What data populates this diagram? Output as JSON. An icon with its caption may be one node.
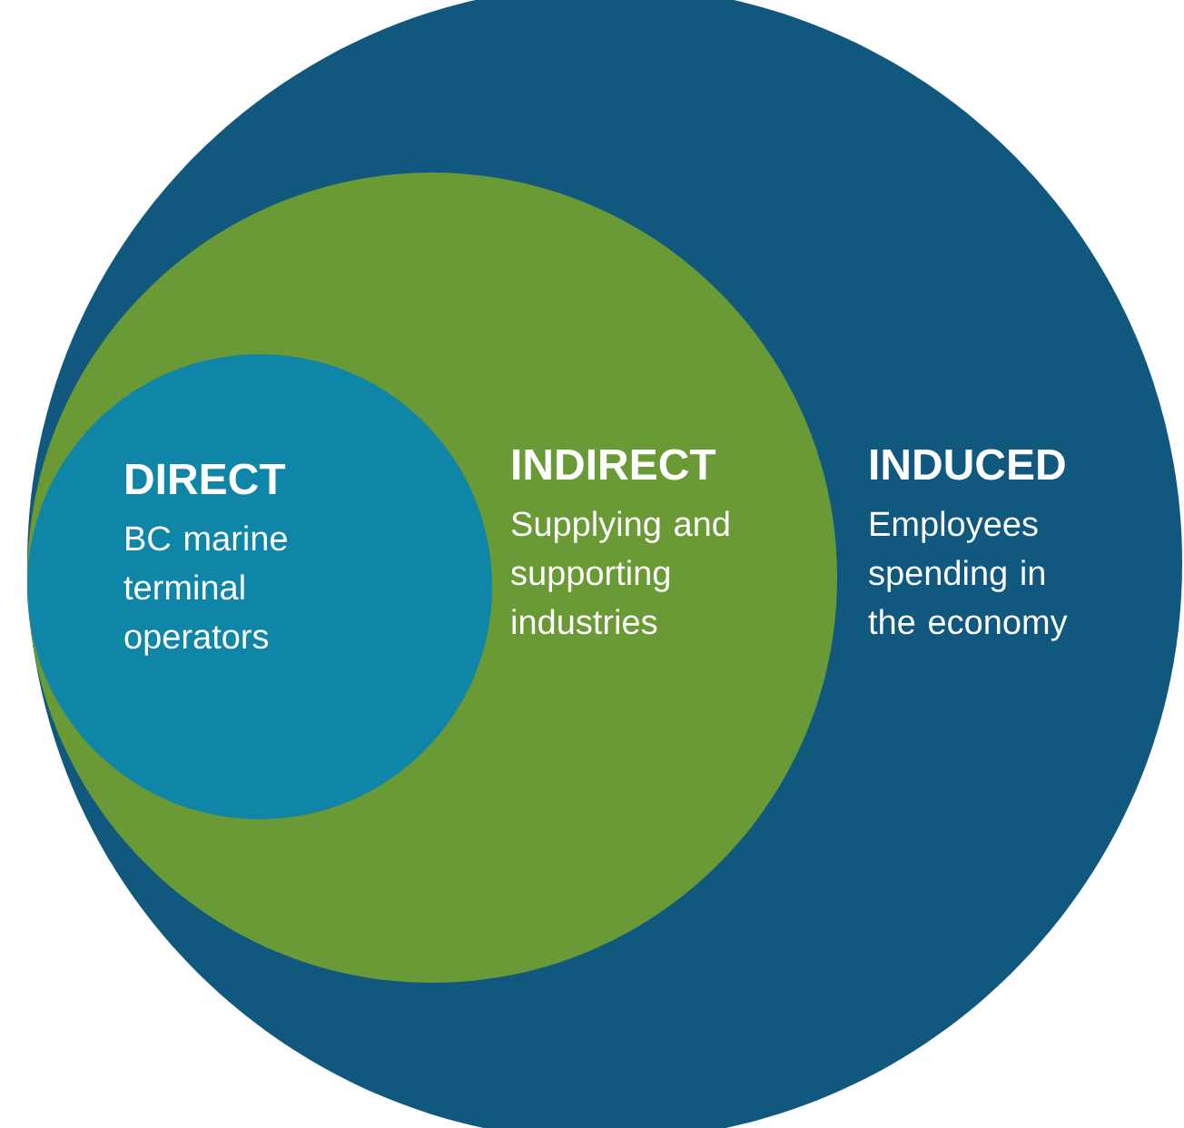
{
  "diagram": {
    "nodes": [
      {
        "text": [
          "INDUCED",
          "Employees spending in the economy"
        ]
      },
      {
        "text": [
          "INDIRECT",
          "Supplying and supporting industries"
        ],
        "in": 0
      },
      {
        "text": [
          "DIRECT",
          "BC marine terminal operators"
        ],
        "in": 1
      }
    ]
  }
}
